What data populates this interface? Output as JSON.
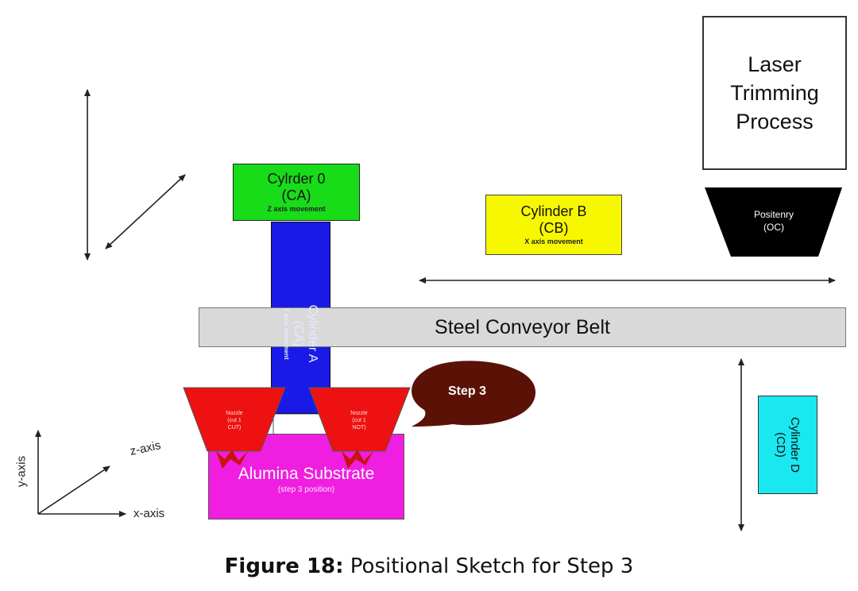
{
  "laser_box": {
    "line1": "Laser",
    "line2": "Trimming",
    "line3": "Process"
  },
  "cylinder_0": {
    "name": "Cylrder 0",
    "code": "(CA)",
    "note": "Z axis movement"
  },
  "cylinder_b": {
    "name": "Cylinder B",
    "code": "(CB)",
    "note": "X axis movement"
  },
  "cylinder_a": {
    "name": "Cylinder A",
    "code": "(CA)",
    "note": "Y axis movement"
  },
  "cylinder_d": {
    "name": "Cylinder D",
    "code": "(CD)"
  },
  "positioner": {
    "name": "Positenry",
    "code": "(OC)"
  },
  "belt": {
    "label": "Steel Conveyor Belt"
  },
  "bubble": {
    "label": "Step 3"
  },
  "nozzle_left": {
    "line1": "Nozzle",
    "line2": "(cut 1",
    "line3": "CUT)"
  },
  "nozzle_right": {
    "line1": "Nozzle",
    "line2": "(cut 1",
    "line3": "NOT)"
  },
  "substrate": {
    "name": "Alumina Substrate",
    "note": "(step 3 position)"
  },
  "axes": {
    "y": "y-axis",
    "z": "z-axis",
    "x": "x-axis"
  },
  "caption": {
    "prefix": "Figure 18:",
    "text": " Positional Sketch for Step 3"
  },
  "colors": {
    "cylinder_0": "#19dc19",
    "cylinder_b": "#f7f700",
    "cylinder_a": "#1a1ae8",
    "cylinder_d": "#19e8f0",
    "nozzle": "#ee1111",
    "substrate": "#f01ee0",
    "positioner": "#000000",
    "bubble": "#5a1206",
    "belt": "#d9d9d9"
  }
}
